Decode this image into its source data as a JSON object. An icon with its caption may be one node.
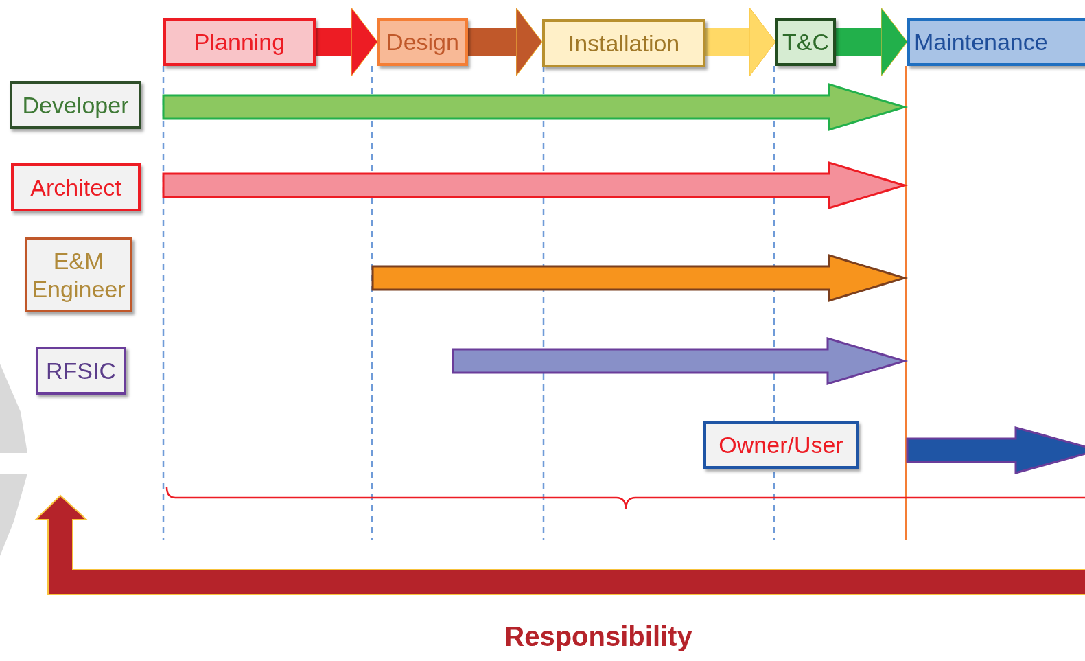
{
  "diagram": {
    "nodes": [
      {
        "text": [
          "Planning"
        ]
      },
      {
        "text": [
          "Design"
        ]
      },
      {
        "text": [
          "Installation"
        ]
      },
      {
        "text": [
          "T&C"
        ]
      },
      {
        "text": [
          "Maintenance"
        ]
      },
      {
        "text": [
          "Developer"
        ]
      },
      {
        "text": [
          "Architect"
        ]
      },
      {
        "text": [
          "E&M Engineer"
        ]
      },
      {
        "text": [
          "RFSIC"
        ]
      },
      {
        "text": [
          "Owner/User"
        ]
      }
    ],
    "edges": [
      {
        "from": 0,
        "to": 1,
        "arrow": "to",
        "color": "#ed1c24"
      },
      {
        "from": 1,
        "to": 2,
        "arrow": "to",
        "color": "#c0582a"
      },
      {
        "from": 2,
        "to": 3,
        "arrow": "to",
        "color": "#ffd966"
      },
      {
        "from": 3,
        "to": 4,
        "arrow": "to",
        "color": "#22b04b"
      }
    ],
    "labels": [
      "Responsibility"
    ]
  }
}
